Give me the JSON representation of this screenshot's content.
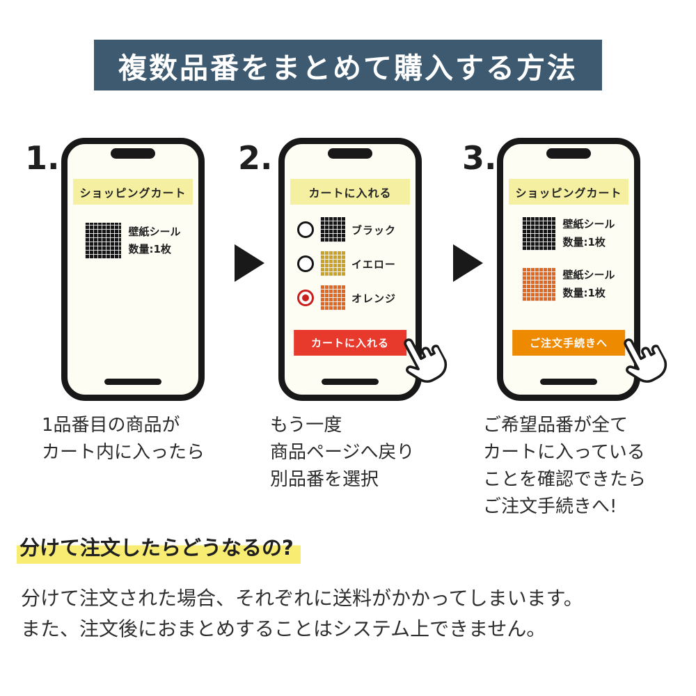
{
  "colors": {
    "header_bg": "#3d5a70",
    "banner_yellow": "#f5f0a1",
    "button_red": "#e73a2d",
    "button_orange": "#ee8a00",
    "highlight_yellow": "#f8ec72",
    "swatch_black": "#161616",
    "swatch_yellow": "#c9a227",
    "swatch_orange": "#e06820"
  },
  "icons": {
    "hand_cursor": "☝",
    "arrow_right": "▶"
  },
  "header": {
    "title": "複数品番をまとめて購入する方法"
  },
  "steps": [
    {
      "number": "1.",
      "screen": {
        "banner": "ショッピングカート",
        "items": [
          {
            "swatch": "black",
            "name": "壁紙シール",
            "quantity": "数量:1枚"
          }
        ]
      },
      "caption": "1品番目の商品が\nカート内に入ったら"
    },
    {
      "number": "2.",
      "screen": {
        "banner": "カートに入れる",
        "options": [
          {
            "swatch": "black",
            "label": "ブラック",
            "selected": false
          },
          {
            "swatch": "yellow",
            "label": "イエロー",
            "selected": false
          },
          {
            "swatch": "orange",
            "label": "オレンジ",
            "selected": true
          }
        ],
        "button": "カートに入れる"
      },
      "caption": "もう一度\n商品ページへ戻り\n別品番を選択"
    },
    {
      "number": "3.",
      "screen": {
        "banner": "ショッピングカート",
        "items": [
          {
            "swatch": "black",
            "name": "壁紙シール",
            "quantity": "数量:1枚"
          },
          {
            "swatch": "orange",
            "name": "壁紙シール",
            "quantity": "数量:1枚"
          }
        ],
        "button": "ご注文手続きへ"
      },
      "caption": "ご希望品番が全て\nカートに入っている\nことを確認できたら\nご注文手続きへ!"
    }
  ],
  "footer": {
    "question": "分けて注文したらどうなるの?",
    "body": "分けて注文された場合、それぞれに送料がかかってしまいます。\nまた、注文後におまとめすることはシステム上できません。"
  }
}
